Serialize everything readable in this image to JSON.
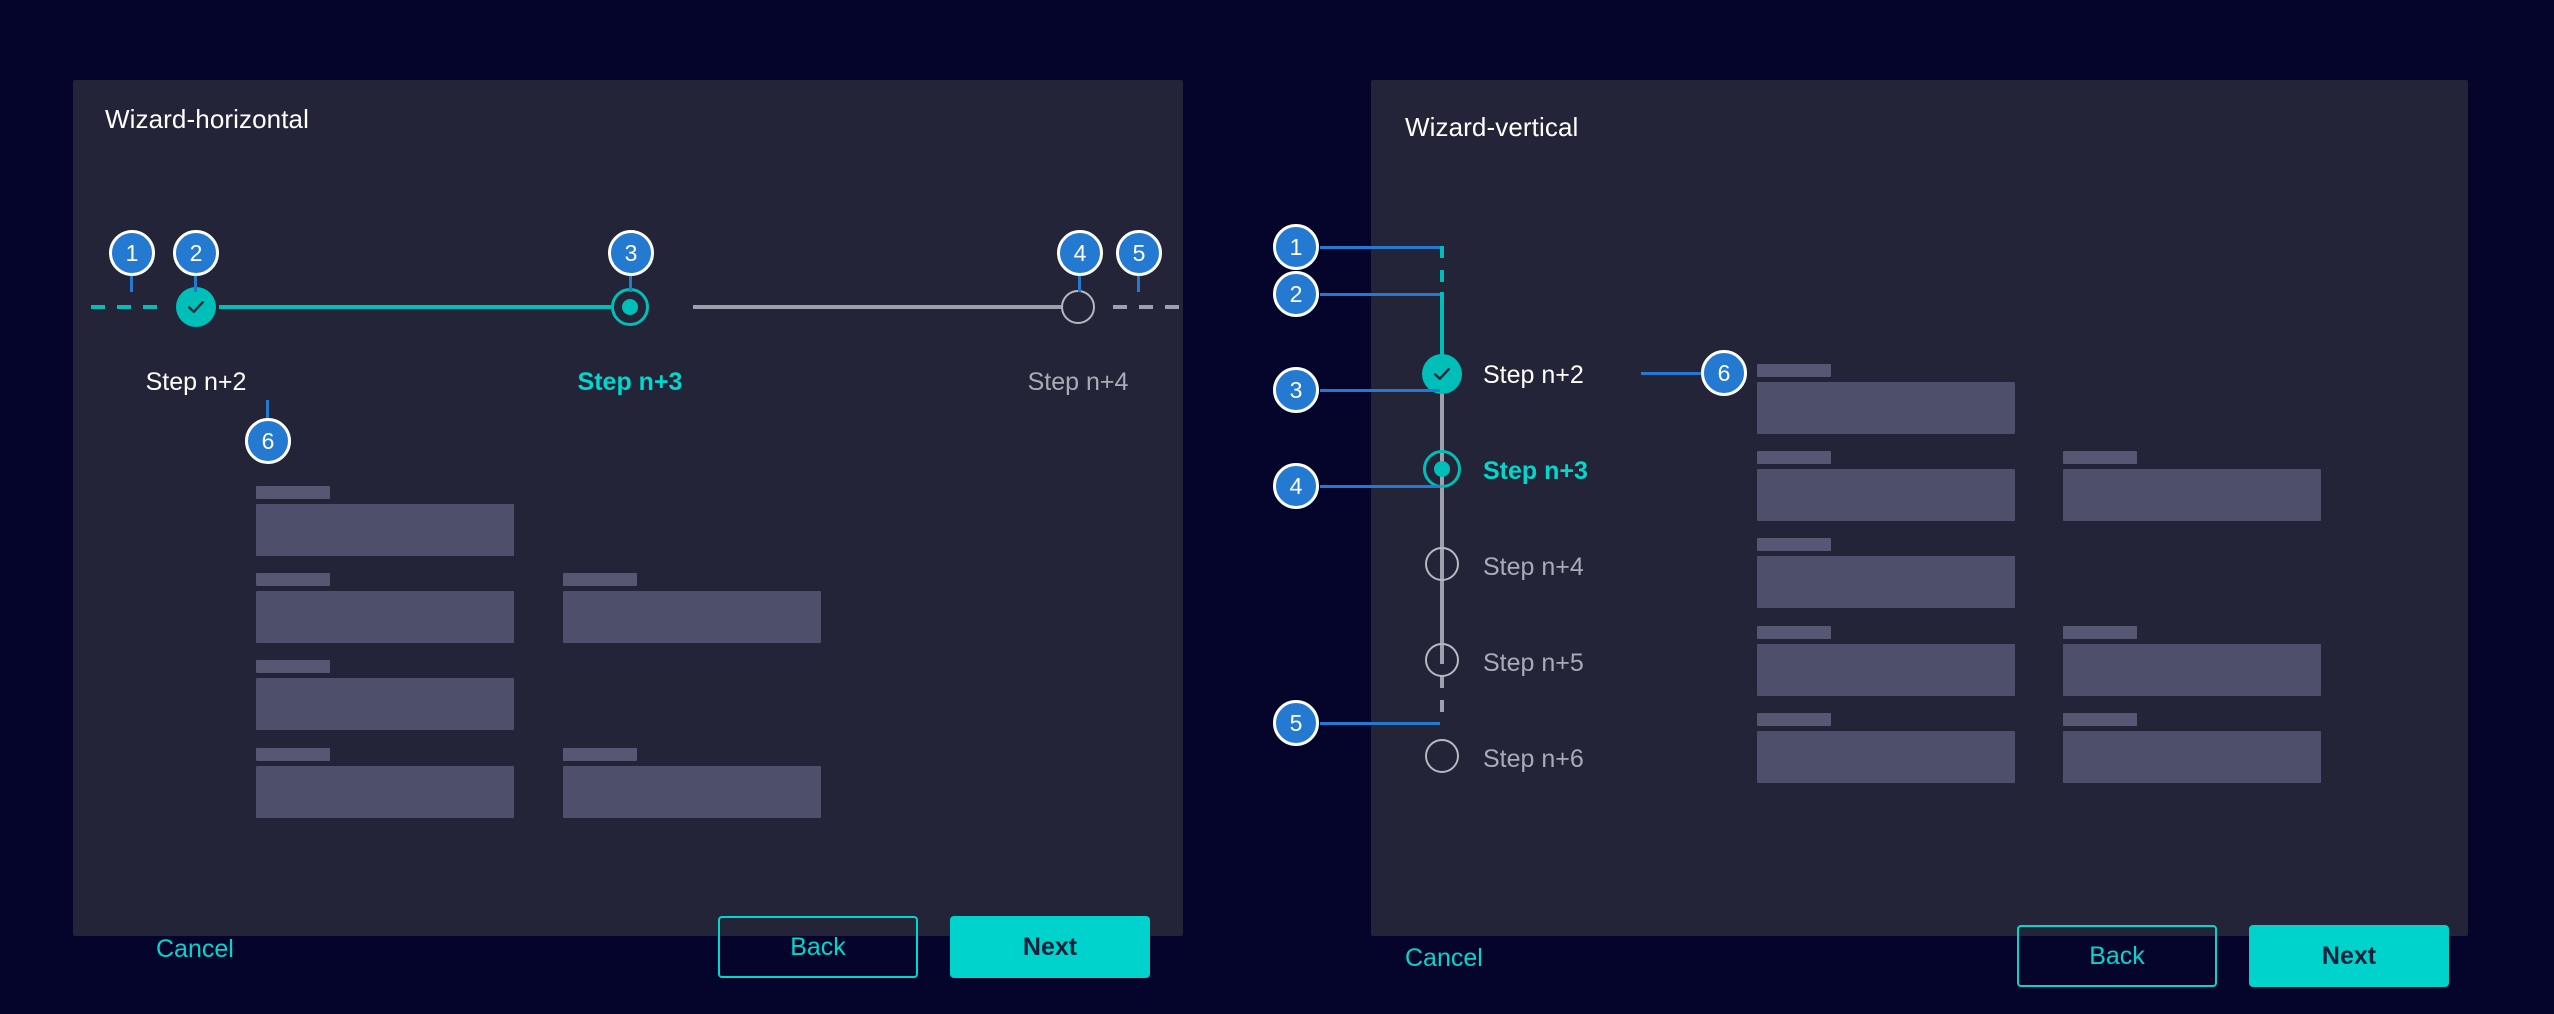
{
  "page": {
    "background": "#05042a",
    "card_background": "#242438",
    "accent_teal": "#00d2cc",
    "accent_blue": "#2479d0",
    "muted_grey": "#9fa0ad",
    "skeleton_label": "#565773",
    "skeleton_field": "#4e4f6b"
  },
  "horizontal": {
    "title": "Wizard-horizontal",
    "steps": [
      {
        "label": "Step n+2",
        "state": "done"
      },
      {
        "label": "Step n+3",
        "state": "current"
      },
      {
        "label": "Step n+4",
        "state": "todo"
      }
    ],
    "annotations": [
      {
        "id": "1",
        "target": "leading-dashed-connector"
      },
      {
        "id": "2",
        "target": "completed-step-node"
      },
      {
        "id": "3",
        "target": "current-step-node"
      },
      {
        "id": "4",
        "target": "incomplete-step-node"
      },
      {
        "id": "5",
        "target": "trailing-dashed-connector"
      },
      {
        "id": "6",
        "target": "step-content-area"
      }
    ],
    "footer": {
      "cancel_label": "Cancel",
      "back_label": "Back",
      "next_label": "Next"
    }
  },
  "vertical": {
    "title": "Wizard-vertical",
    "steps": [
      {
        "label": "Step n+2",
        "state": "done"
      },
      {
        "label": "Step n+3",
        "state": "current"
      },
      {
        "label": "Step n+4",
        "state": "todo"
      },
      {
        "label": "Step n+5",
        "state": "todo"
      },
      {
        "label": "Step n+6",
        "state": "todo"
      }
    ],
    "annotations": [
      {
        "id": "1",
        "target": "leading-dashed-connector"
      },
      {
        "id": "2",
        "target": "completed-step-node"
      },
      {
        "id": "3",
        "target": "current-step-node"
      },
      {
        "id": "4",
        "target": "incomplete-step-node"
      },
      {
        "id": "5",
        "target": "trailing-dashed-connector"
      },
      {
        "id": "6",
        "target": "step-label"
      }
    ],
    "footer": {
      "cancel_label": "Cancel",
      "back_label": "Back",
      "next_label": "Next"
    }
  },
  "icons": {
    "check": "check-icon",
    "radio": "radio-dot-icon"
  }
}
